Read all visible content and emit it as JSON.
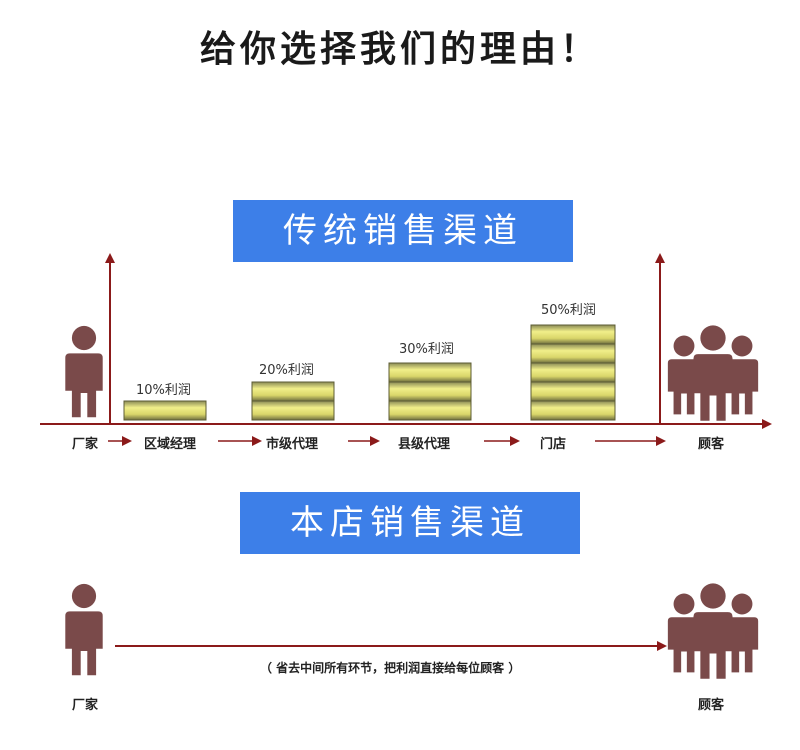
{
  "title": "给你选择我们的理由！",
  "traditional": {
    "heading": "传统销售渠道",
    "nodes": [
      "厂家",
      "区域经理",
      "市级代理",
      "县级代理",
      "门店",
      "顾客"
    ],
    "profits": [
      {
        "label": "10%利润",
        "layers": 1
      },
      {
        "label": "20%利润",
        "layers": 2
      },
      {
        "label": "30%利润",
        "layers": 3
      },
      {
        "label": "50%利润",
        "layers": 5
      }
    ]
  },
  "ours": {
    "heading": "本店销售渠道",
    "from": "厂家",
    "to": "顾客",
    "note": "（ 省去中间所有环节，把利润直接给每位顾客 ）"
  },
  "colors": {
    "banner": "#3d7fe8",
    "arrow": "#8b1a1a",
    "person": "#7a4a4a",
    "coin_light": "#f1ef8a",
    "coin_dark": "#8a8a55"
  },
  "icons": [
    "person-icon",
    "group-icon",
    "coin-stack-icon",
    "arrow-icon"
  ]
}
